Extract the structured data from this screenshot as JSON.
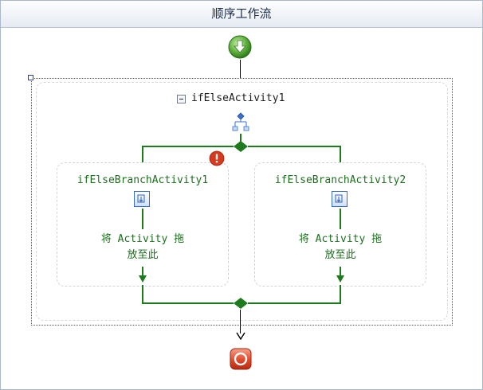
{
  "header": {
    "title": "顺序工作流"
  },
  "ifelse": {
    "title": "ifElseActivity1"
  },
  "branches": [
    {
      "title": "ifElseBranchActivity1",
      "drop_line1": "将 Activity 拖",
      "drop_line2": "放至此",
      "has_error": true
    },
    {
      "title": "ifElseBranchActivity2",
      "drop_line1": "将 Activity 拖",
      "drop_line2": "放至此",
      "has_error": false
    }
  ],
  "colors": {
    "connector": "#1d7a1d",
    "start": "#5fb13d",
    "end": "#e0492a",
    "error": "#d8391c"
  },
  "icons": {
    "start": "start-icon",
    "end": "end-icon",
    "error": "error-icon",
    "ifelse": "ifelse-icon",
    "collapse": "collapse-icon",
    "activity": "activity-placeholder-icon"
  }
}
